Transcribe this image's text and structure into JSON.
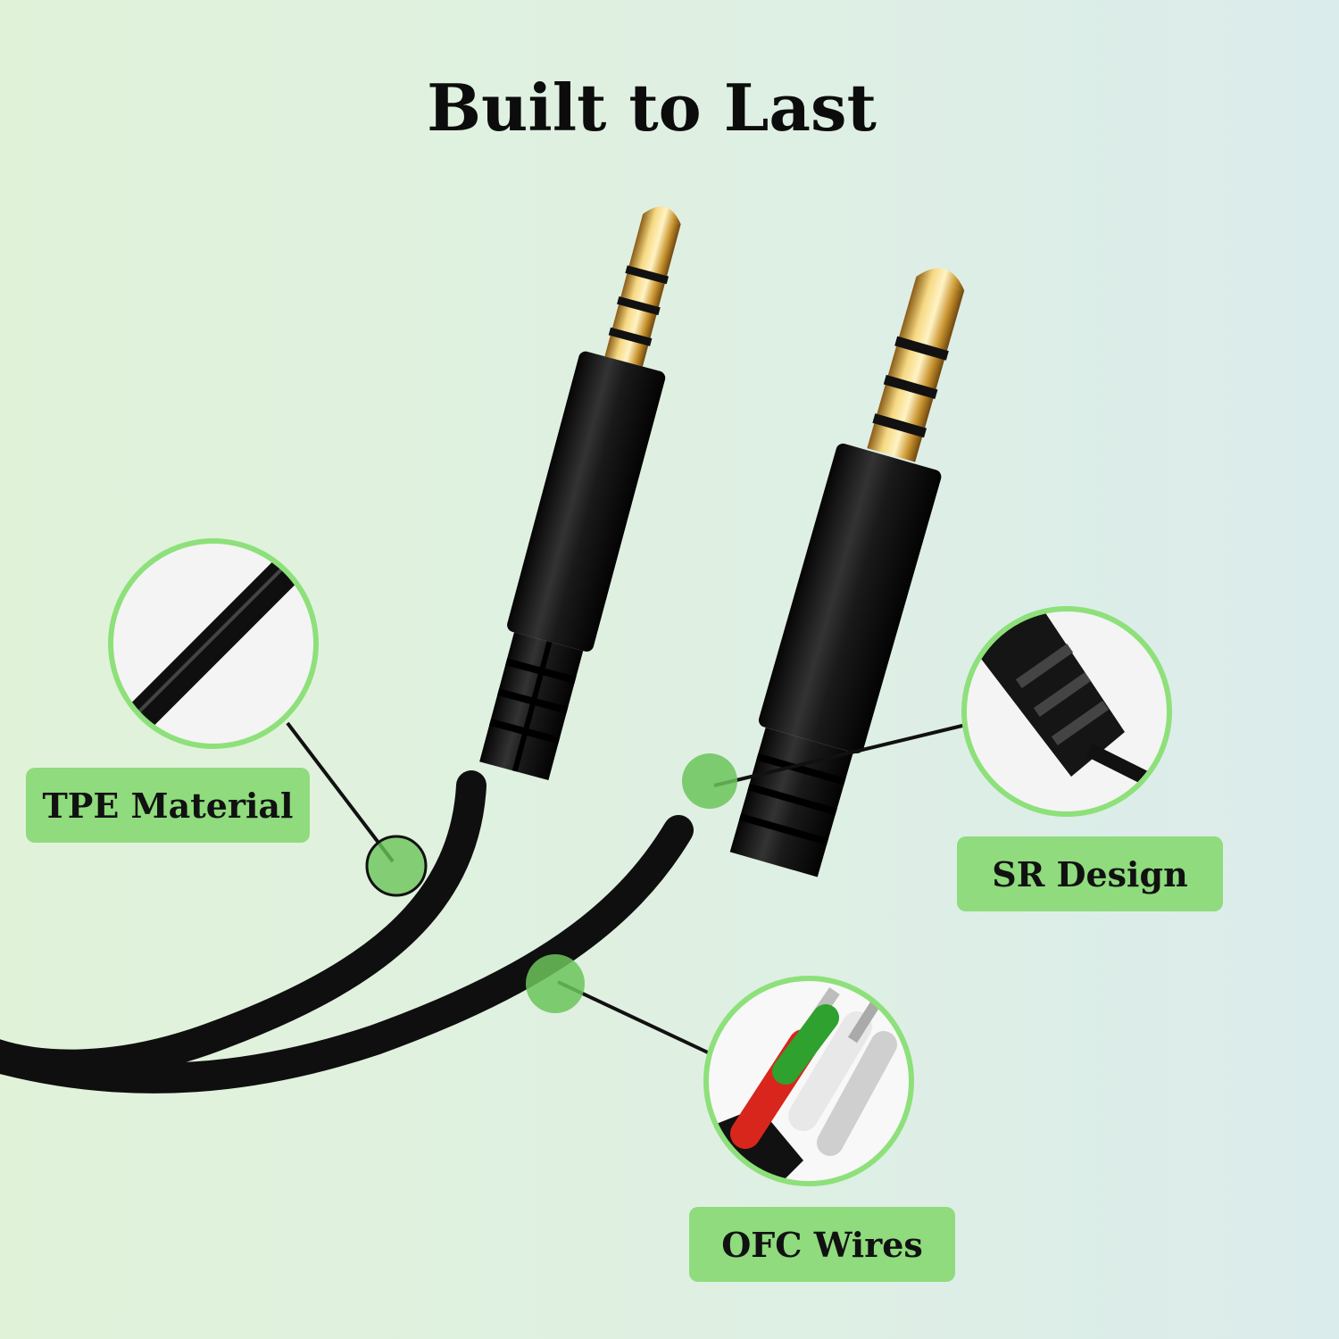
{
  "title": "Built to Last",
  "colors": {
    "label_bg": "#8fdb7d",
    "circle_border": "#8ee07a",
    "marker_fill": "#6cc45a",
    "cable": "#0f0f0f",
    "gold": "#d8ac4c"
  },
  "callouts": [
    {
      "label": "TPE Material",
      "icon": "cable-detail-icon"
    },
    {
      "label": "SR Design",
      "icon": "strain-relief-detail-icon"
    },
    {
      "label": "OFC Wires",
      "icon": "copper-wires-detail-icon"
    }
  ]
}
